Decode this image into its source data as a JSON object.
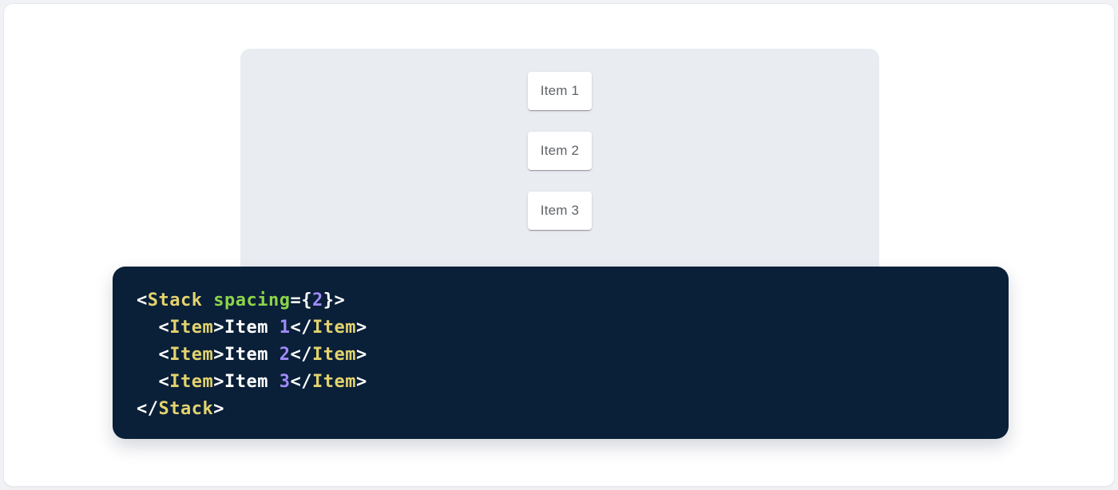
{
  "colors": {
    "page_background": "#f1f2f5",
    "card_background": "#ffffff",
    "card_border": "#e7e9ec",
    "panel_background": "#e9ecf1",
    "item_background": "#ffffff",
    "item_text": "#5f6368",
    "code_background": "#0a1f38",
    "token_tag": "#e3d36e",
    "token_attribute": "#8cd44b",
    "token_number": "#a08bf9",
    "token_punctuation": "#ffffff",
    "token_plain_text": "#ffffff"
  },
  "demo": {
    "items": [
      {
        "label": "Item 1"
      },
      {
        "label": "Item 2"
      },
      {
        "label": "Item 3"
      }
    ]
  },
  "code_block": {
    "lines": [
      [
        {
          "t": "punct",
          "v": "<"
        },
        {
          "t": "tag",
          "v": "Stack"
        },
        {
          "t": "plain",
          "v": " "
        },
        {
          "t": "attr",
          "v": "spacing"
        },
        {
          "t": "punct",
          "v": "={"
        },
        {
          "t": "num",
          "v": "2"
        },
        {
          "t": "punct",
          "v": "}>"
        }
      ],
      [
        {
          "t": "punct",
          "v": "  <"
        },
        {
          "t": "tag",
          "v": "Item"
        },
        {
          "t": "punct",
          "v": ">"
        },
        {
          "t": "plain",
          "v": "Item "
        },
        {
          "t": "num",
          "v": "1"
        },
        {
          "t": "punct",
          "v": "</"
        },
        {
          "t": "tag",
          "v": "Item"
        },
        {
          "t": "punct",
          "v": ">"
        }
      ],
      [
        {
          "t": "punct",
          "v": "  <"
        },
        {
          "t": "tag",
          "v": "Item"
        },
        {
          "t": "punct",
          "v": ">"
        },
        {
          "t": "plain",
          "v": "Item "
        },
        {
          "t": "num",
          "v": "2"
        },
        {
          "t": "punct",
          "v": "</"
        },
        {
          "t": "tag",
          "v": "Item"
        },
        {
          "t": "punct",
          "v": ">"
        }
      ],
      [
        {
          "t": "punct",
          "v": "  <"
        },
        {
          "t": "tag",
          "v": "Item"
        },
        {
          "t": "punct",
          "v": ">"
        },
        {
          "t": "plain",
          "v": "Item "
        },
        {
          "t": "num",
          "v": "3"
        },
        {
          "t": "punct",
          "v": "</"
        },
        {
          "t": "tag",
          "v": "Item"
        },
        {
          "t": "punct",
          "v": ">"
        }
      ],
      [
        {
          "t": "punct",
          "v": "</"
        },
        {
          "t": "tag",
          "v": "Stack"
        },
        {
          "t": "punct",
          "v": ">"
        }
      ]
    ]
  }
}
